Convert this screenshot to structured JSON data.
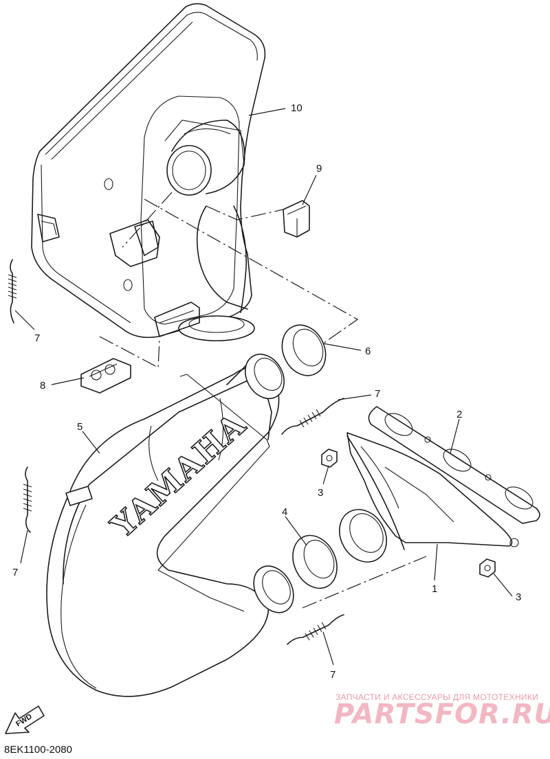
{
  "diagram": {
    "callouts": {
      "c10": "10",
      "c9": "9",
      "c7a": "7",
      "c6": "6",
      "c8": "8",
      "c7b": "7",
      "c5": "5",
      "c2": "2",
      "c3a": "3",
      "c4": "4",
      "c7c": "7",
      "c1": "1",
      "c3b": "3",
      "c7d": "7"
    },
    "muffler_brand": "YAMAHA",
    "fwd_label": "FWD",
    "reference_code": "8EK1100-2080"
  },
  "watermark": {
    "tagline": "ЗАПЧАСТИ И АКСЕССУАРЫ ДЛЯ МОТОТЕХНИКИ",
    "logo_text": "PARTSFOR.RU"
  }
}
